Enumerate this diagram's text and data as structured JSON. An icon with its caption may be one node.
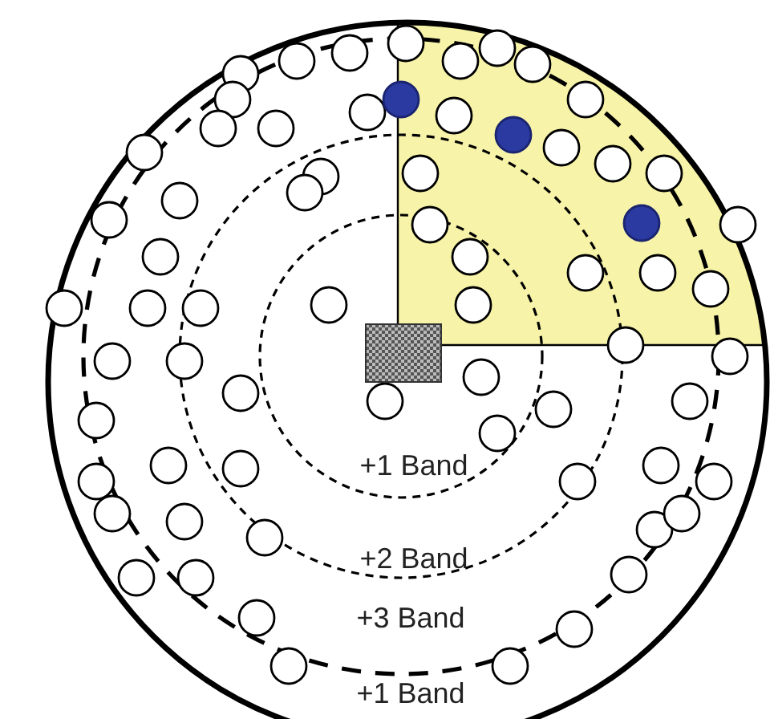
{
  "diagram": {
    "labels": [
      "+1 Band",
      "+2 Band",
      "+3 Band",
      "+1 Band"
    ]
  }
}
